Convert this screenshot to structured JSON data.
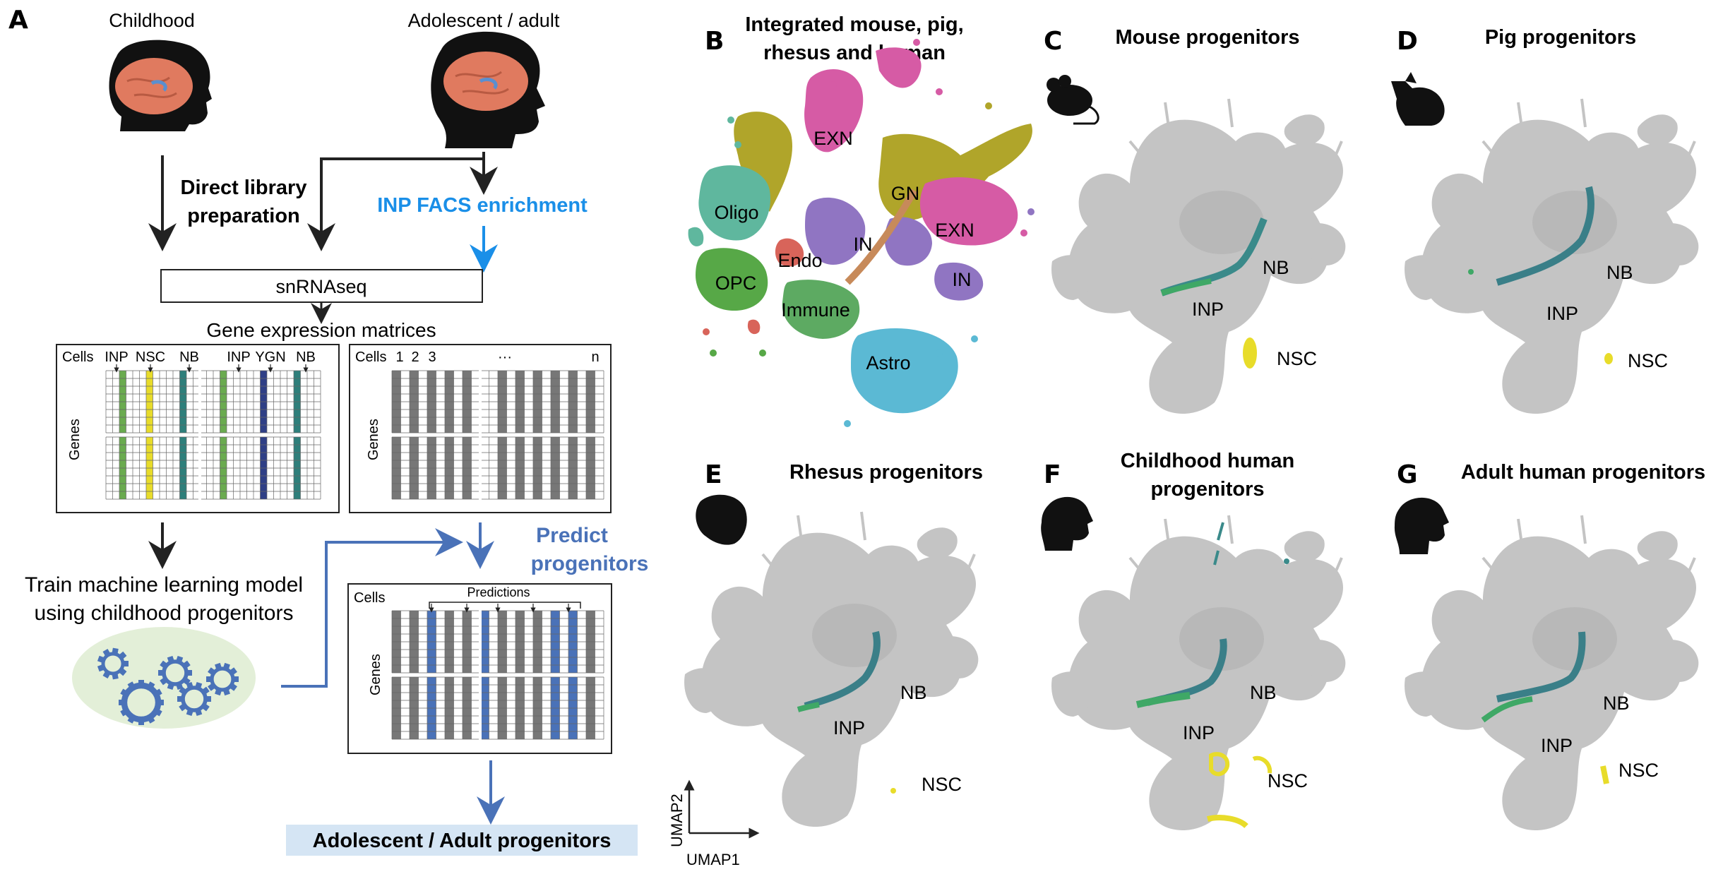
{
  "panel_a": {
    "letter": "A",
    "childhood": "Childhood",
    "adolescent_adult": "Adolescent / adult",
    "direct_library_line1": "Direct library",
    "direct_library_line2": "preparation",
    "inp_facs": "INP FACS enrichment",
    "snrnaseq": "snRNAseq",
    "gene_matrices": "Gene expression matrices",
    "cells": "Cells",
    "genes": "Genes",
    "left_cols": [
      "INP",
      "NSC",
      "NB",
      "INP",
      "YGN",
      "NB"
    ],
    "right_cols": [
      "1",
      "2",
      "3",
      "···",
      "n"
    ],
    "train_line1": "Train machine learning model",
    "train_line2": "using childhood progenitors",
    "predict_line1": "Predict",
    "predict_line2": "progenitors",
    "predictions": "Predictions",
    "result": "Adolescent / Adult progenitors",
    "colors": {
      "inp": "#6aab4f",
      "nsc": "#e8dc2a",
      "nb": "#2e7f7b",
      "ygn": "#2f3f86",
      "blue": "#4a72b8",
      "facs": "#1a8fe8",
      "brain": "#e07a5f"
    }
  },
  "panel_b": {
    "letter": "B",
    "title_line1": "Integrated mouse, pig,",
    "title_line2": "rhesus and human",
    "clusters": [
      "EXN",
      "GN",
      "EXN",
      "Oligo",
      "IN",
      "Endo",
      "IN",
      "OPC",
      "Immune",
      "Astro"
    ],
    "colors": {
      "exn": "#d65ba5",
      "gn": "#b0a52a",
      "oligo": "#5fb79e",
      "in": "#9075c2",
      "endo": "#d8645a",
      "opc": "#57a847",
      "immune": "#5daa62",
      "astro": "#5bb9d4"
    }
  },
  "panels": [
    {
      "letter": "C",
      "title": "Mouse progenitors",
      "labels": {
        "nb": "NB",
        "inp": "INP",
        "nsc": "NSC"
      },
      "icon": "mouse-icon"
    },
    {
      "letter": "D",
      "title": "Pig progenitors",
      "labels": {
        "nb": "NB",
        "inp": "INP",
        "nsc": "NSC"
      },
      "icon": "pig-icon"
    },
    {
      "letter": "E",
      "title": "Rhesus progenitors",
      "labels": {
        "nb": "NB",
        "inp": "INP",
        "nsc": "NSC"
      },
      "icon": "rhesus-icon"
    },
    {
      "letter": "F",
      "title_line1": "Childhood human",
      "title_line2": "progenitors",
      "labels": {
        "nb": "NB",
        "inp": "INP",
        "nsc": "NSC"
      },
      "icon": "child-head-icon"
    },
    {
      "letter": "G",
      "title": "Adult human progenitors",
      "labels": {
        "nb": "NB",
        "inp": "INP",
        "nsc": "NSC"
      },
      "icon": "adult-head-icon"
    }
  ],
  "axes": {
    "umap2": "UMAP2",
    "umap1": "UMAP1"
  }
}
